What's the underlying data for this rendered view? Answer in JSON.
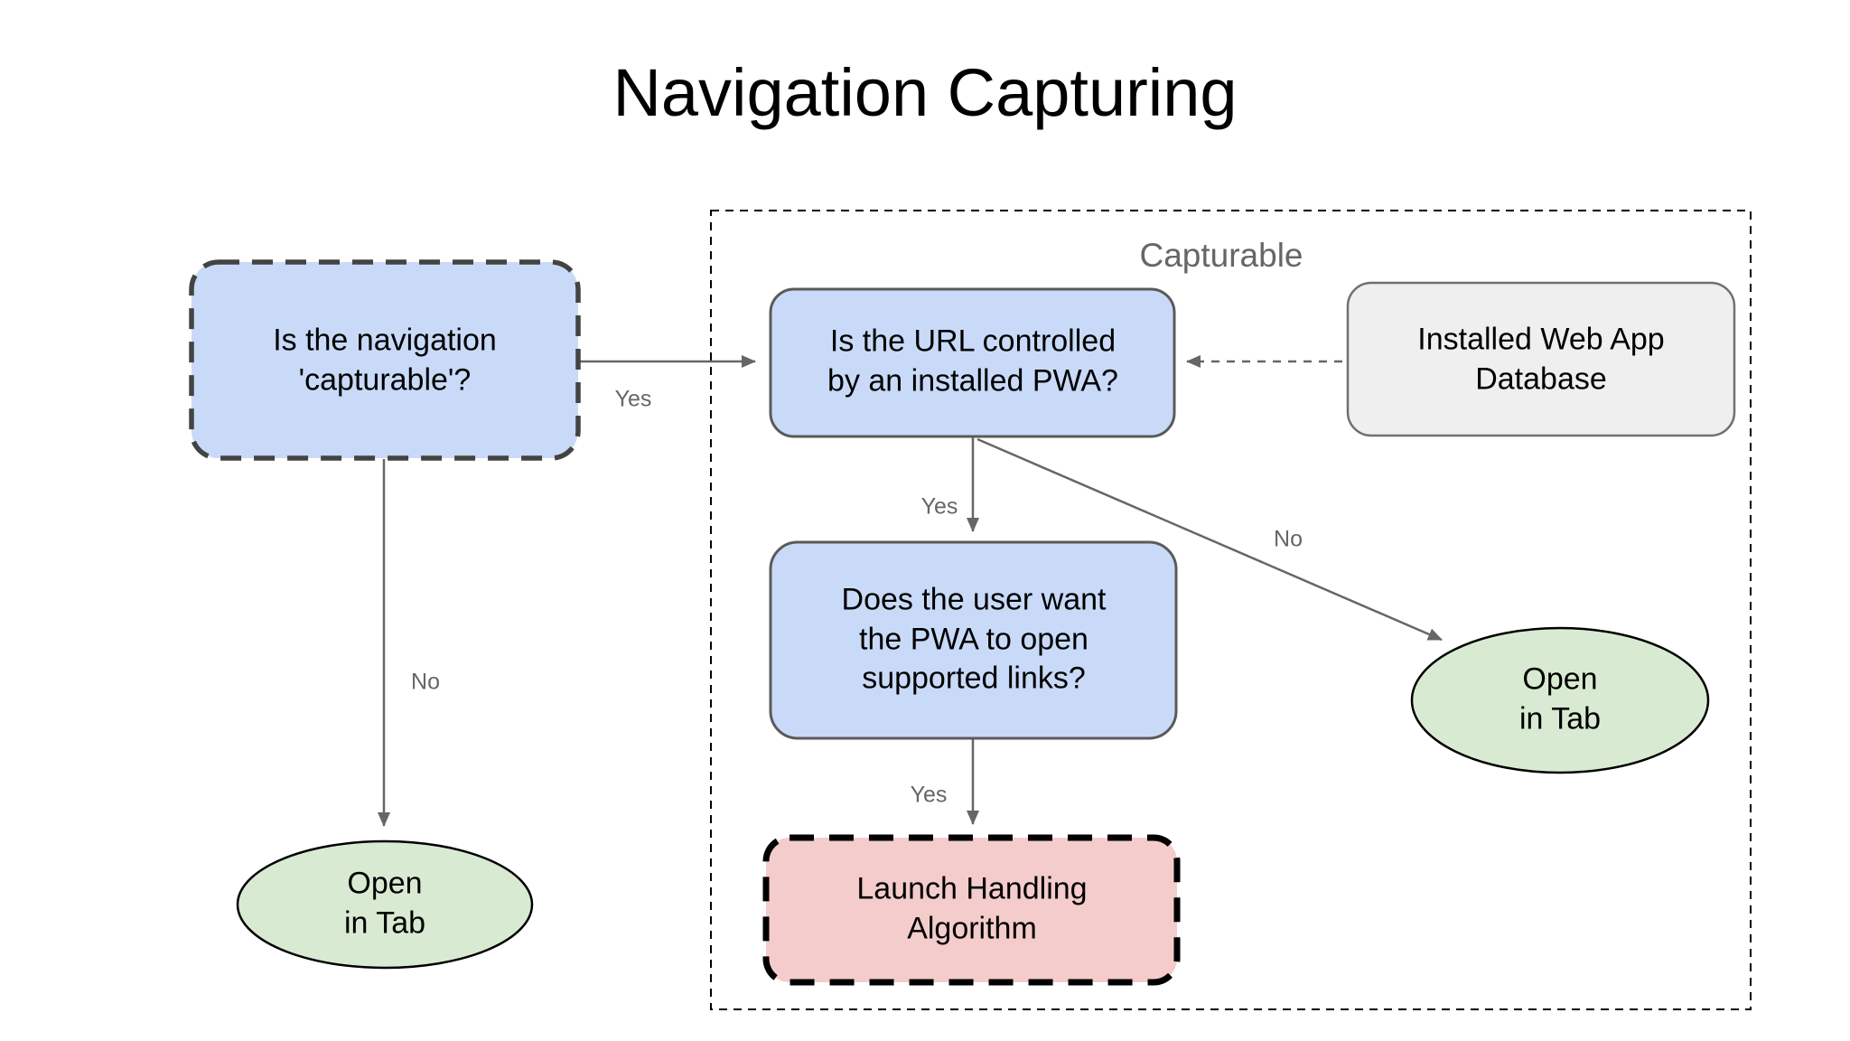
{
  "title": "Navigation Capturing",
  "group": {
    "label": "Capturable"
  },
  "nodes": {
    "start": {
      "label": "Is the navigation\n'capturable'?",
      "shape": "dashed-rounded-rect"
    },
    "url_controlled": {
      "label": "Is the URL controlled\nby an installed PWA?",
      "shape": "rounded-rect"
    },
    "web_app_db": {
      "label": "Installed Web App\nDatabase",
      "shape": "rounded-rect"
    },
    "user_want": {
      "label": "Does the user want\nthe PWA to open\nsupported links?",
      "shape": "rounded-rect"
    },
    "launch_handling": {
      "label": "Launch Handling\nAlgorithm",
      "shape": "dashed-rounded-rect"
    },
    "open_in_tab_left": {
      "label": "Open\nin Tab",
      "shape": "ellipse"
    },
    "open_in_tab_right": {
      "label": "Open\nin Tab",
      "shape": "ellipse"
    }
  },
  "edges": {
    "start_to_url": {
      "label": "Yes",
      "from": "start",
      "to": "url_controlled"
    },
    "start_to_tab": {
      "label": "No",
      "from": "start",
      "to": "open_in_tab_left"
    },
    "url_to_user": {
      "label": "Yes",
      "from": "url_controlled",
      "to": "user_want"
    },
    "url_to_tab": {
      "label": "No",
      "from": "url_controlled",
      "to": "open_in_tab_right"
    },
    "user_to_launch": {
      "label": "Yes",
      "from": "user_want",
      "to": "launch_handling"
    },
    "db_to_url": {
      "label": "",
      "from": "web_app_db",
      "to": "url_controlled"
    }
  },
  "colors": {
    "background": "#ffffff",
    "title_text": "#000000",
    "node_text": "#000000",
    "group_label": "#666666",
    "edge_label": "#666666",
    "arrow": "#666666",
    "blue_fill": "#c9daf8",
    "blue_border": "#5a5a5a",
    "dashed_node_border": "#434343",
    "green_fill": "#d9ead3",
    "green_border": "#000000",
    "pink_fill": "#f4cccc",
    "pink_border": "#000000",
    "gray_fill": "#efefef",
    "gray_border": "#707070",
    "group_border": "#000000"
  }
}
